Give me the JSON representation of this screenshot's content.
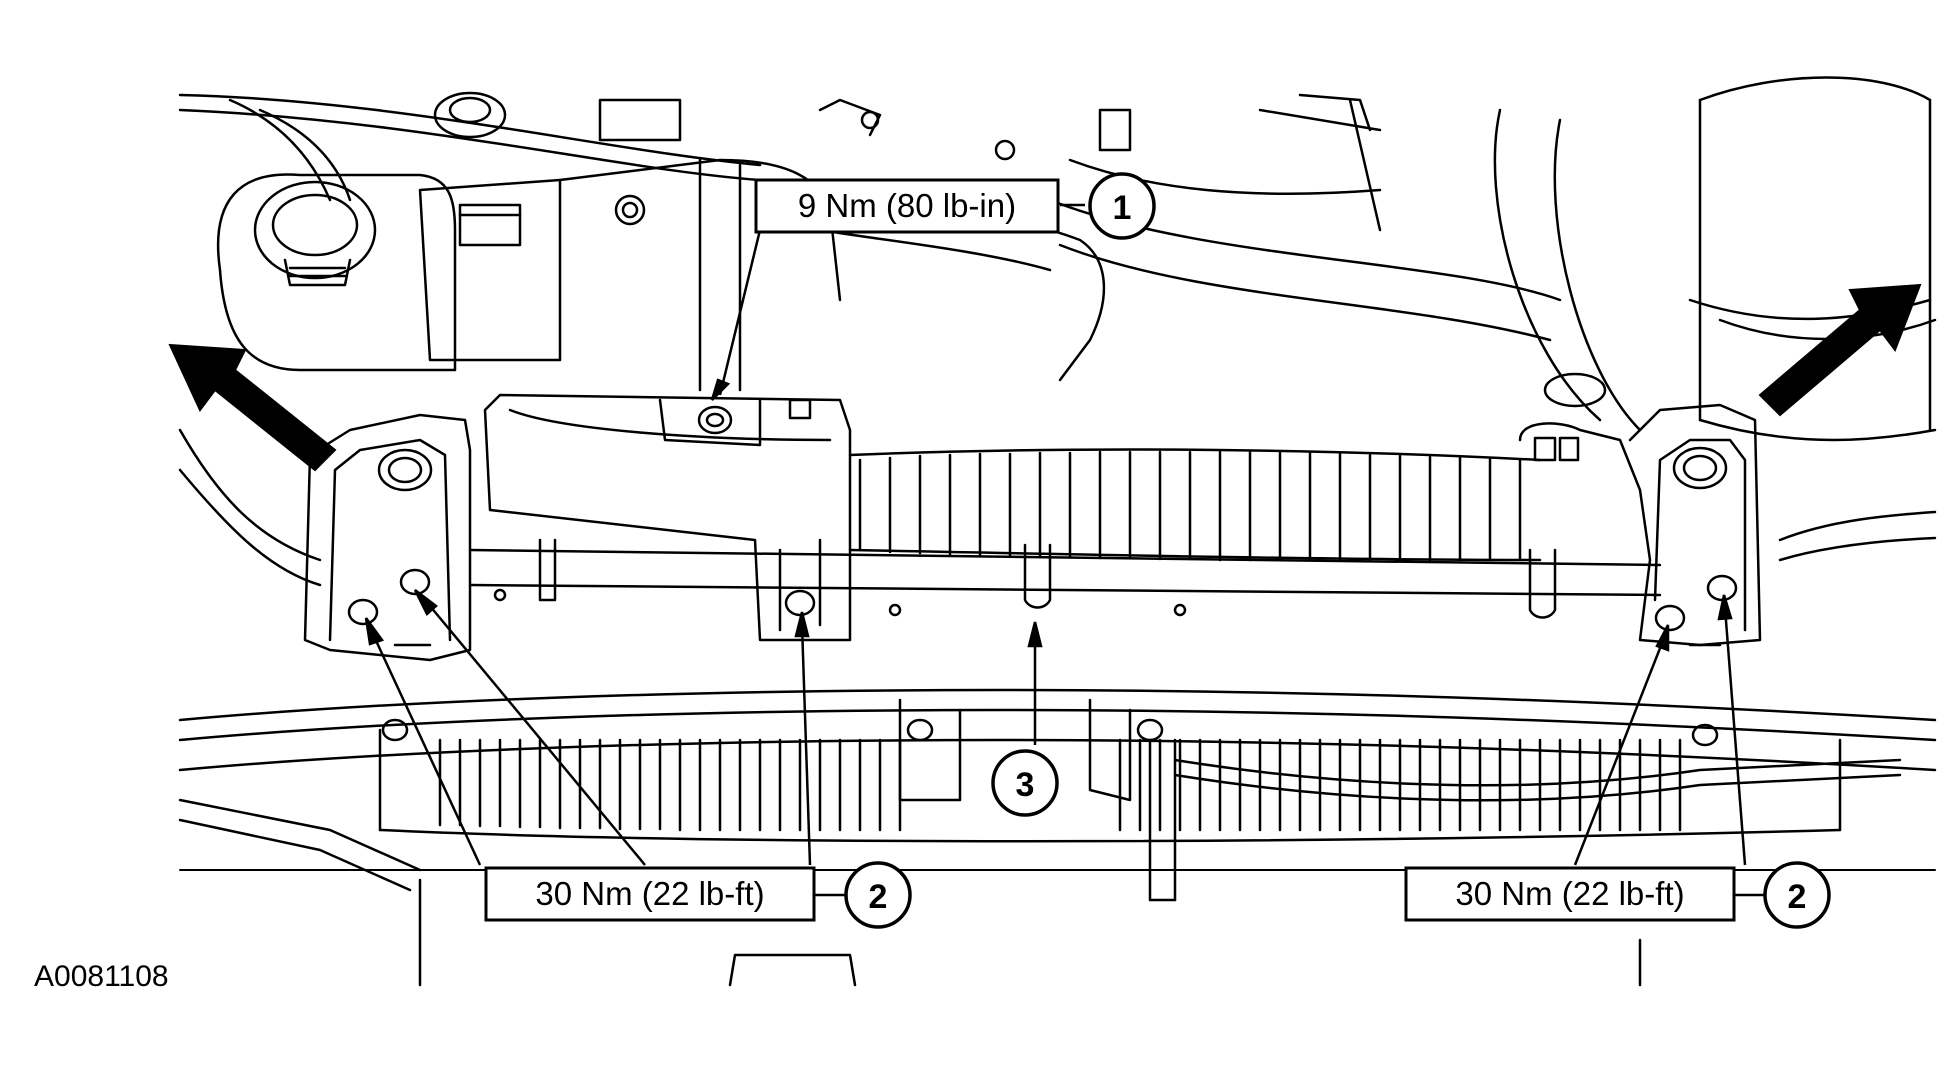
{
  "figure_id": "A0081108",
  "callouts": [
    {
      "number": "1",
      "torque": "9 Nm (80 lb-in)"
    },
    {
      "number": "2",
      "torque": "30 Nm (22 lb-ft)"
    },
    {
      "number": "3"
    },
    {
      "number": "2",
      "torque": "30 Nm (22 lb-ft)"
    }
  ],
  "colors": {
    "ink": "#000000",
    "paper": "#ffffff"
  }
}
